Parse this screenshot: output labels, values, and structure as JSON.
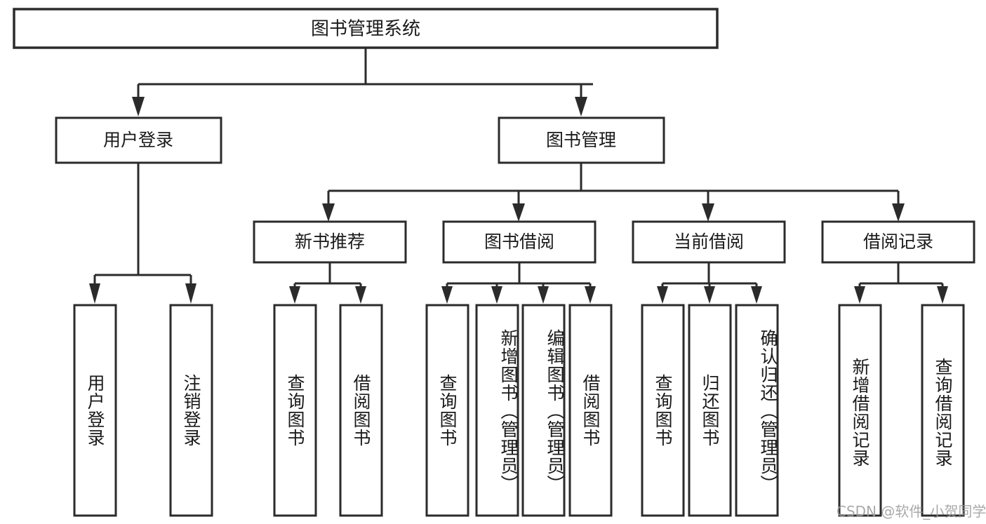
{
  "diagram": {
    "type": "tree-hierarchy",
    "title": "图书管理系统",
    "root": {
      "id": "root",
      "label": "图书管理系统"
    },
    "level2": [
      {
        "id": "user-login",
        "label": "用户登录"
      },
      {
        "id": "book-management",
        "label": "图书管理"
      }
    ],
    "level3": [
      {
        "id": "new-book-recommend",
        "label": "新书推荐",
        "parent": "book-management"
      },
      {
        "id": "book-borrow",
        "label": "图书借阅",
        "parent": "book-management"
      },
      {
        "id": "current-borrow",
        "label": "当前借阅",
        "parent": "book-management"
      },
      {
        "id": "borrow-record",
        "label": "借阅记录",
        "parent": "book-management"
      }
    ],
    "leaves": {
      "user_login": [
        {
          "id": "leaf-user-login",
          "label": "用户登录"
        },
        {
          "id": "leaf-logout-login",
          "label": "注销登录"
        }
      ],
      "new_book_recommend": [
        {
          "id": "leaf-query-book-1",
          "label": "查询图书"
        },
        {
          "id": "leaf-borrow-book-1",
          "label": "借阅图书"
        }
      ],
      "book_borrow": [
        {
          "id": "leaf-query-book-2",
          "label": "查询图书"
        },
        {
          "id": "leaf-add-book",
          "label": "新增图书（管理员）"
        },
        {
          "id": "leaf-edit-book",
          "label": "编辑图书（管理员）"
        },
        {
          "id": "leaf-borrow-book-2",
          "label": "借阅图书"
        }
      ],
      "current_borrow": [
        {
          "id": "leaf-query-book-3",
          "label": "查询图书"
        },
        {
          "id": "leaf-return-book",
          "label": "归还图书"
        },
        {
          "id": "leaf-confirm-return",
          "label": "确认归还（管理员）"
        }
      ],
      "borrow_record": [
        {
          "id": "leaf-add-borrow-record",
          "label": "新增借阅记录"
        },
        {
          "id": "leaf-query-borrow-record",
          "label": "查询借阅记录"
        }
      ]
    }
  },
  "watermark": {
    "text": "CSDN @软件_小贺同学"
  },
  "colors": {
    "stroke": "#2b2b2b",
    "fill": "#ffffff",
    "text": "#1a1a1a",
    "watermark": "#9b9b9b"
  }
}
